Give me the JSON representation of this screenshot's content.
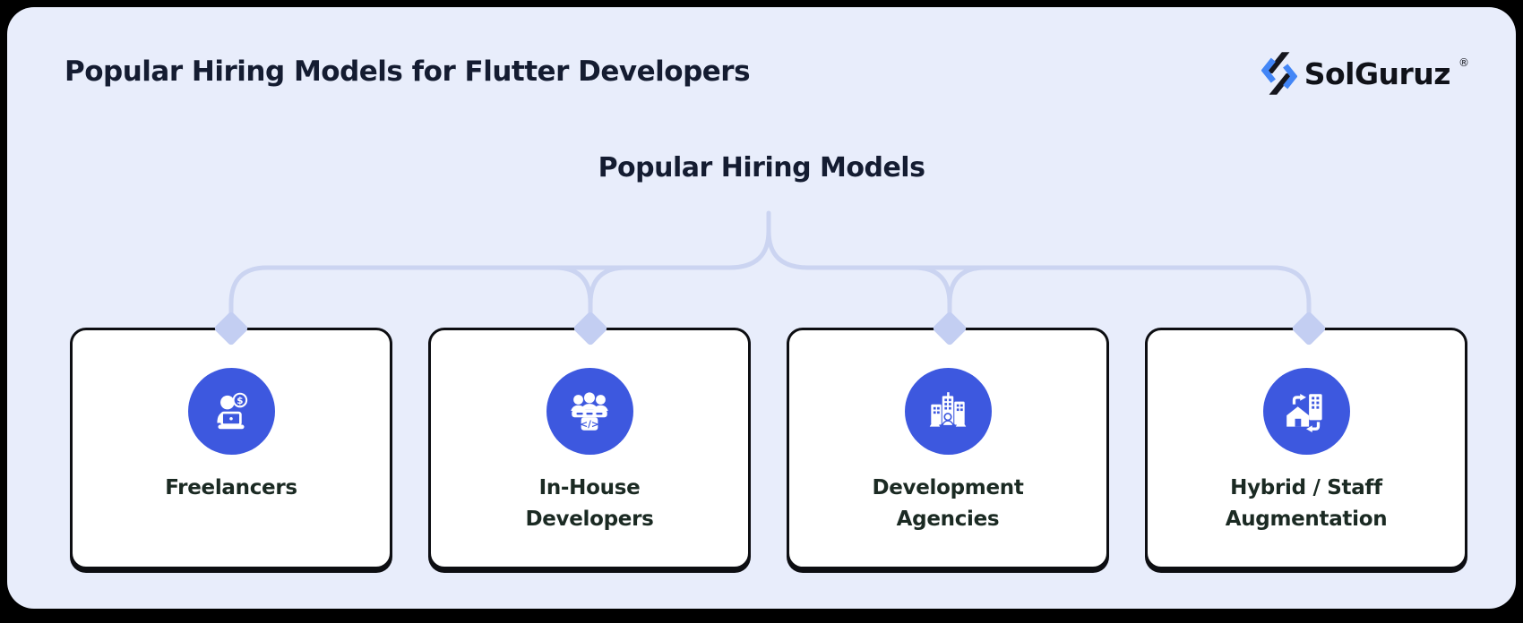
{
  "header": {
    "title": "Popular Hiring Models for Flutter Developers",
    "logo": {
      "text": "SolGuruz",
      "registered": "®"
    }
  },
  "diagram": {
    "heading": "Popular Hiring Models",
    "cards": [
      {
        "label": "Freelancers",
        "icon": "freelancer-laptop-dollar-icon"
      },
      {
        "label": "In-House Developers",
        "icon": "team-desk-code-icon"
      },
      {
        "label": "Development Agencies",
        "icon": "office-buildings-people-icon"
      },
      {
        "label": "Hybrid / Staff Augmentation",
        "icon": "house-building-swap-icon"
      }
    ],
    "icon_symbols": {
      "dollar": "$",
      "code": "</>"
    }
  },
  "colors": {
    "page_frame": "#000000",
    "panel_bg": "#E8EDFB",
    "heading_text": "#141C31",
    "card_label_text": "#1B2A23",
    "icon_circle_blue": "#3D58DF",
    "connector_line": "#CBD4F1",
    "connector_node": "#C3CEF2",
    "card_border": "#0D0E12",
    "logo_blue": "#4386F6",
    "logo_dark": "#15161D"
  }
}
